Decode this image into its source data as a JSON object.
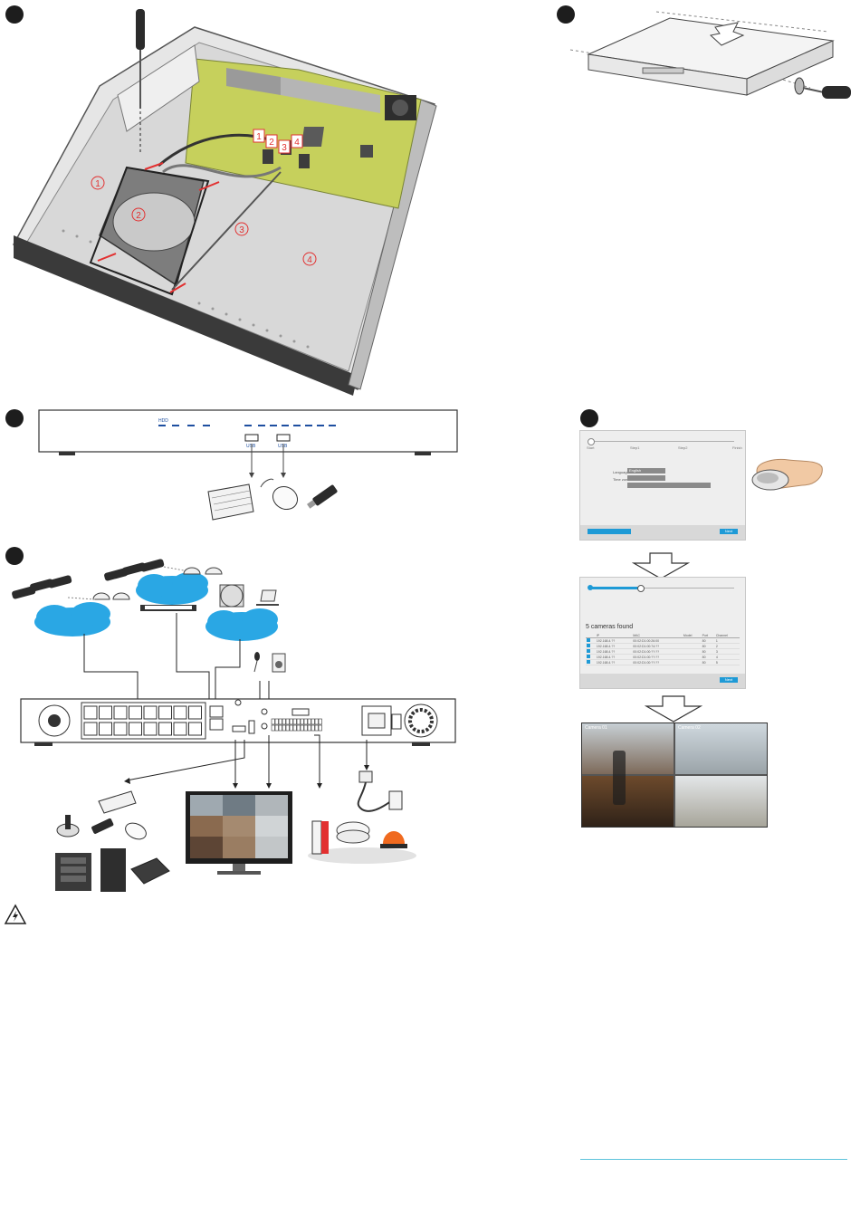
{
  "steps": {
    "s1_tags": [
      "1",
      "2",
      "3",
      "4"
    ],
    "s1_area_labels": [
      "1",
      "2",
      "3",
      "4"
    ]
  },
  "front_panel": {
    "usb_labels": [
      "USB",
      "USB"
    ],
    "led_labels_top": [
      "HDD",
      "",
      "",
      "",
      "",
      "",
      "",
      "",
      "",
      "",
      "",
      "",
      ""
    ],
    "led_labels_bottom": [
      "",
      "",
      "",
      "",
      "",
      "",
      "",
      "",
      "",
      "",
      "",
      "",
      ""
    ]
  },
  "wizard": {
    "screen1": {
      "steps": [
        "Start",
        "Step1",
        "Step2",
        "Finish"
      ],
      "fields": [
        {
          "label": "Language",
          "value": "English"
        },
        {
          "label": "Time zone",
          "value": ""
        }
      ],
      "left_button": "",
      "right_button": "Next"
    },
    "screen2": {
      "heading": "5 cameras found",
      "columns": [
        "",
        "IP",
        "MAC",
        "Model",
        "Port",
        "Channel"
      ],
      "rows": [
        [
          "",
          "192.168.4.??",
          "00:02:D1:00:26:00",
          "",
          "80",
          "1"
        ],
        [
          "",
          "192.168.4.??",
          "00:02:D1:00:74:??",
          "",
          "80",
          "2"
        ],
        [
          "",
          "192.168.4.??",
          "00:02:D1:00:??:??",
          "",
          "80",
          "3"
        ],
        [
          "",
          "192.168.4.??",
          "00:02:D1:00:??:??",
          "",
          "80",
          "4"
        ],
        [
          "",
          "192.168.4.??",
          "00:02:D1:00:??:??",
          "",
          "80",
          "5"
        ]
      ],
      "back_label": "",
      "next_button": "Next"
    },
    "screen3": {
      "camera_labels": [
        "Camera 01",
        "Camera 02"
      ]
    }
  },
  "colors": {
    "accent": "#1e9ad6",
    "board_green": "#c3cf5c",
    "chassis_grey": "#d9d9d9",
    "cloud_blue": "#2aa7e4",
    "warn_red": "#e23030",
    "rule_cyan": "#5bc3dc"
  },
  "icons": [
    "screwdriver-icon",
    "keyboard-icon",
    "mouse-icon",
    "usb-stick-icon",
    "warning-icon",
    "hand-mouse-icon",
    "monitor-icon",
    "joystick-icon",
    "speaker-icon",
    "microphone-icon",
    "smoke-detector-icon",
    "alarm-light-icon",
    "power-cable-icon"
  ]
}
